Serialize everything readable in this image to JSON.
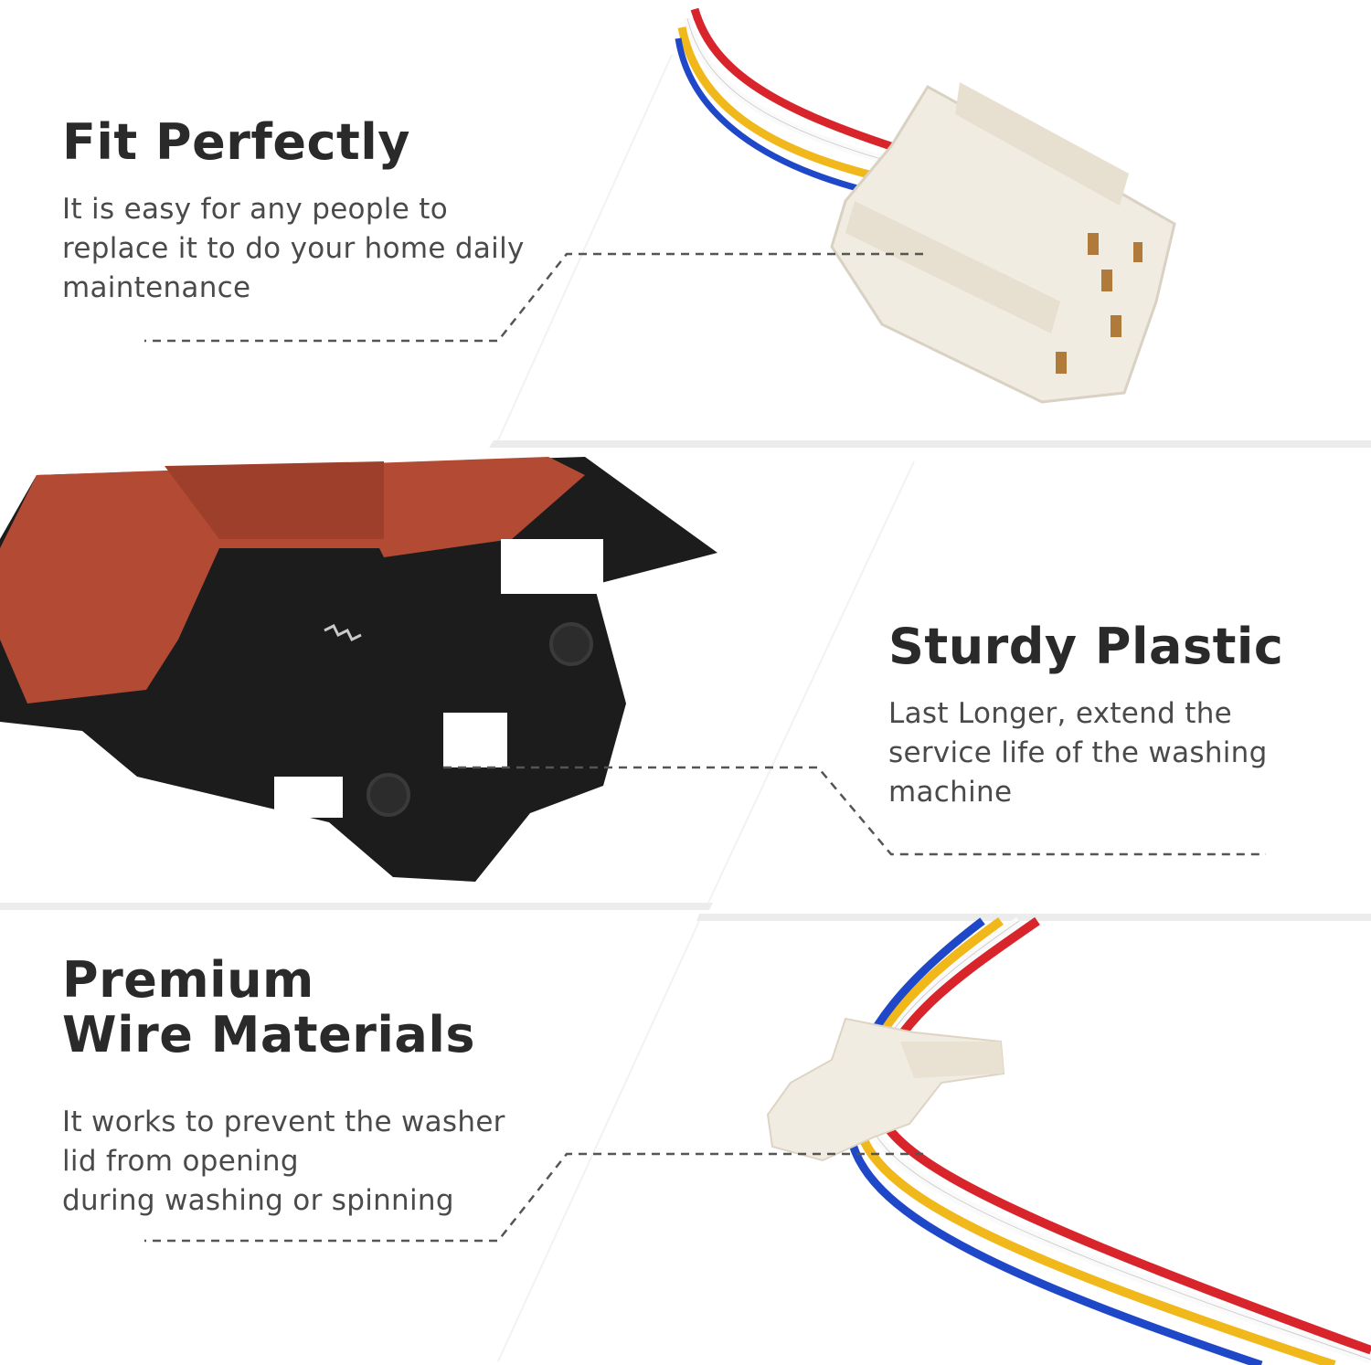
{
  "features": [
    {
      "title_lines": [
        "Fit Perfectly"
      ],
      "desc_lines": [
        "It is easy for any people to",
        "replace it to do your home daily",
        "maintenance"
      ]
    },
    {
      "title_lines": [
        "Sturdy Plastic"
      ],
      "desc_lines": [
        "Last Longer, extend the",
        "service life of the washing",
        "machine"
      ]
    },
    {
      "title_lines": [
        "Premium",
        "Wire Materials"
      ],
      "desc_lines": [
        "It works to prevent the washer",
        "lid from opening",
        "during washing or spinning"
      ]
    }
  ],
  "colors": {
    "panel_gray": "#ececec",
    "text_dark": "#2a2a2a",
    "text_body": "#4a4a4a",
    "latch_red": "#b24a34",
    "latch_black": "#1c1c1c",
    "connector_white": "#f1ece2",
    "wire_red": "#d8252b",
    "wire_yellow": "#f0b81a",
    "wire_blue": "#1f48c8",
    "wire_white": "#fafafa"
  }
}
